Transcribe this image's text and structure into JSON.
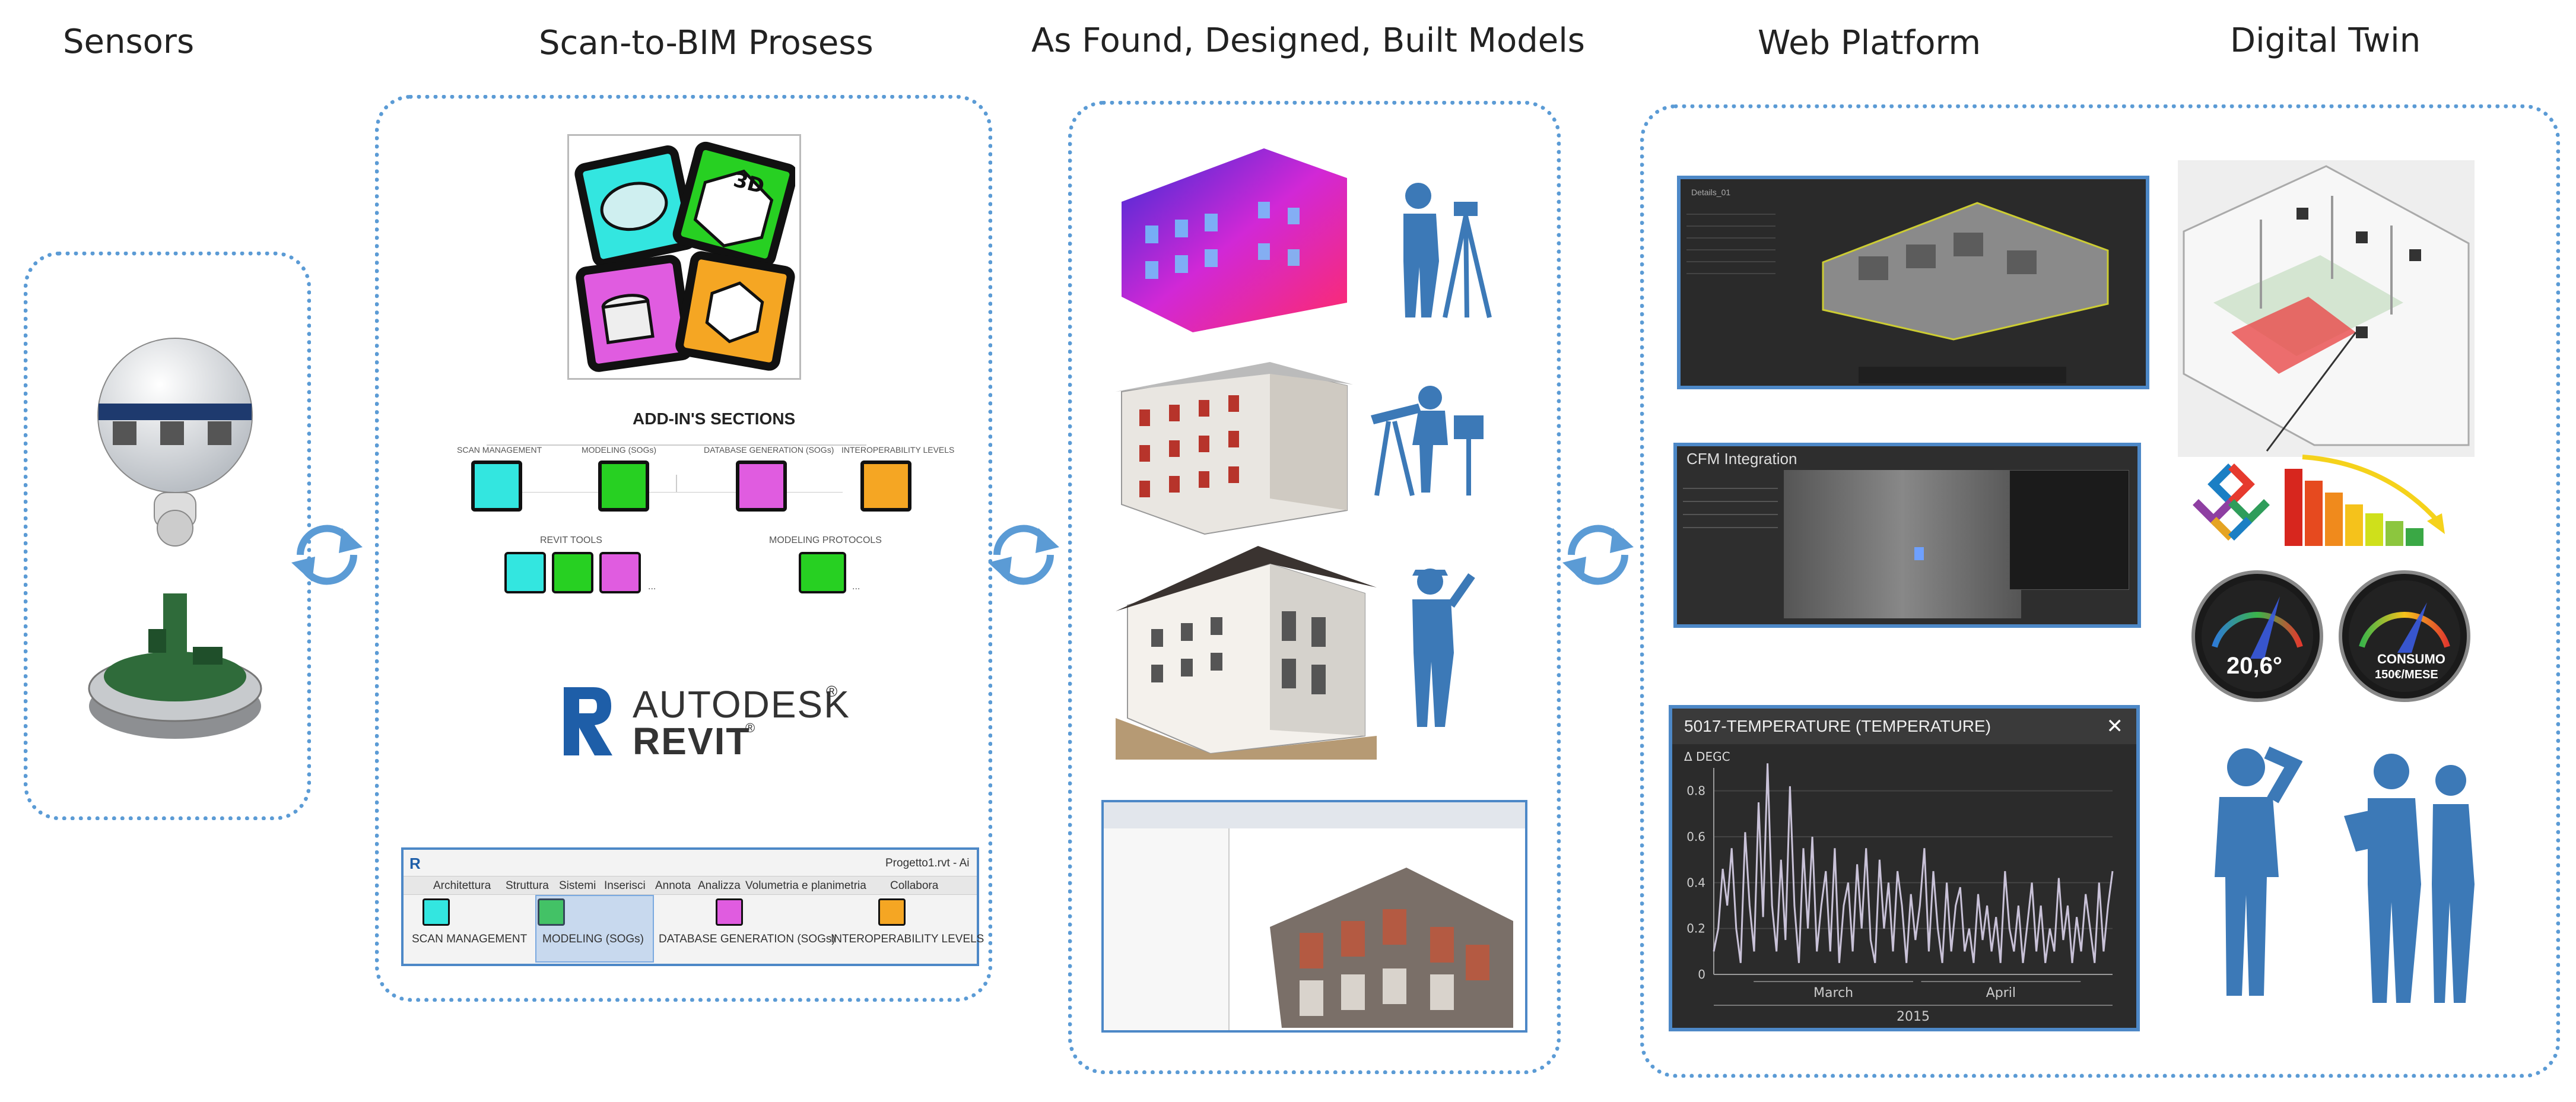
{
  "titles": {
    "sensors": "Sensors",
    "scan_to_bim": "Scan-to-BIM Prosess",
    "models": "As Found, Designed, Built Models",
    "web_platform": "Web Platform",
    "digital_twin": "Digital Twin"
  },
  "addin": {
    "sections_title": "ADD-IN'S SECTIONS",
    "scan_management": "SCAN MANAGEMENT",
    "modeling": "MODELING (SOGs)",
    "database_generation": "DATABASE GENERATION (SOGs)",
    "interoperability": "INTEROPERABILITY LEVELS",
    "revit_tools": "REVIT TOOLS",
    "modeling_protocols": "MODELING PROTOCOLS",
    "tile_3d": "3D",
    "more": "..."
  },
  "autodesk": {
    "brand": "AUTODESK",
    "product": "REVIT",
    "reg": "®"
  },
  "ribbon": {
    "file_name": "Progetto1.rvt - Ai",
    "tabs": [
      "Architettura",
      "Struttura",
      "Sistemi",
      "Inserisci",
      "Annota",
      "Analizza",
      "Volumetria e planimetria",
      "Collabora"
    ],
    "buttons": [
      "SCAN MANAGEMENT",
      "MODELING (SOGs)",
      "DATABASE GENERATION (SOGs)",
      "INTEROPERABILITY LEVELS"
    ]
  },
  "web": {
    "viewer1_header": "Details_01",
    "viewer2_title": "CFM Integration",
    "chart_title": "5017-TEMPERATURE (TEMPERATURE)",
    "chart_unit": "Δ DEGC"
  },
  "gauges": {
    "temperature": "20,6°",
    "consumption_label": "CONSUMO",
    "consumption_value": "150€/MESE"
  },
  "colors": {
    "panel_border": "#5b9bd5",
    "silhouette": "#3c79b7",
    "chart_line": "#c9c2d8"
  },
  "chart_data": {
    "type": "line",
    "title": "5017-TEMPERATURE (TEMPERATURE)",
    "ylabel": "Δ DEGC",
    "xlabel": "2015",
    "x_ticks": [
      "March",
      "April"
    ],
    "y_ticks": [
      0,
      0.2,
      0.4,
      0.6,
      0.8
    ],
    "ylim": [
      0,
      0.9
    ],
    "grid": true,
    "series": [
      {
        "values": [
          0.1,
          0.2,
          0.46,
          0.3,
          0.55,
          0.2,
          0.05,
          0.62,
          0.3,
          0.1,
          0.75,
          0.25,
          0.92,
          0.3,
          0.1,
          0.5,
          0.15,
          0.82,
          0.3,
          0.05,
          0.55,
          0.2,
          0.6,
          0.1,
          0.3,
          0.45,
          0.1,
          0.55,
          0.05,
          0.3,
          0.4,
          0.1,
          0.48,
          0.2,
          0.55,
          0.15,
          0.05,
          0.5,
          0.2,
          0.4,
          0.1,
          0.45,
          0.3,
          0.05,
          0.35,
          0.15,
          0.3,
          0.55,
          0.1,
          0.45,
          0.2,
          0.05,
          0.4,
          0.1,
          0.3,
          0.38,
          0.1,
          0.2,
          0.05,
          0.35,
          0.15,
          0.3,
          0.1,
          0.25,
          0.05,
          0.45,
          0.2,
          0.1,
          0.3,
          0.05,
          0.22,
          0.4,
          0.1,
          0.3,
          0.05,
          0.2,
          0.1,
          0.42,
          0.15,
          0.3,
          0.05,
          0.25,
          0.1,
          0.35,
          0.2,
          0.05,
          0.4,
          0.1,
          0.3,
          0.45
        ]
      }
    ]
  }
}
